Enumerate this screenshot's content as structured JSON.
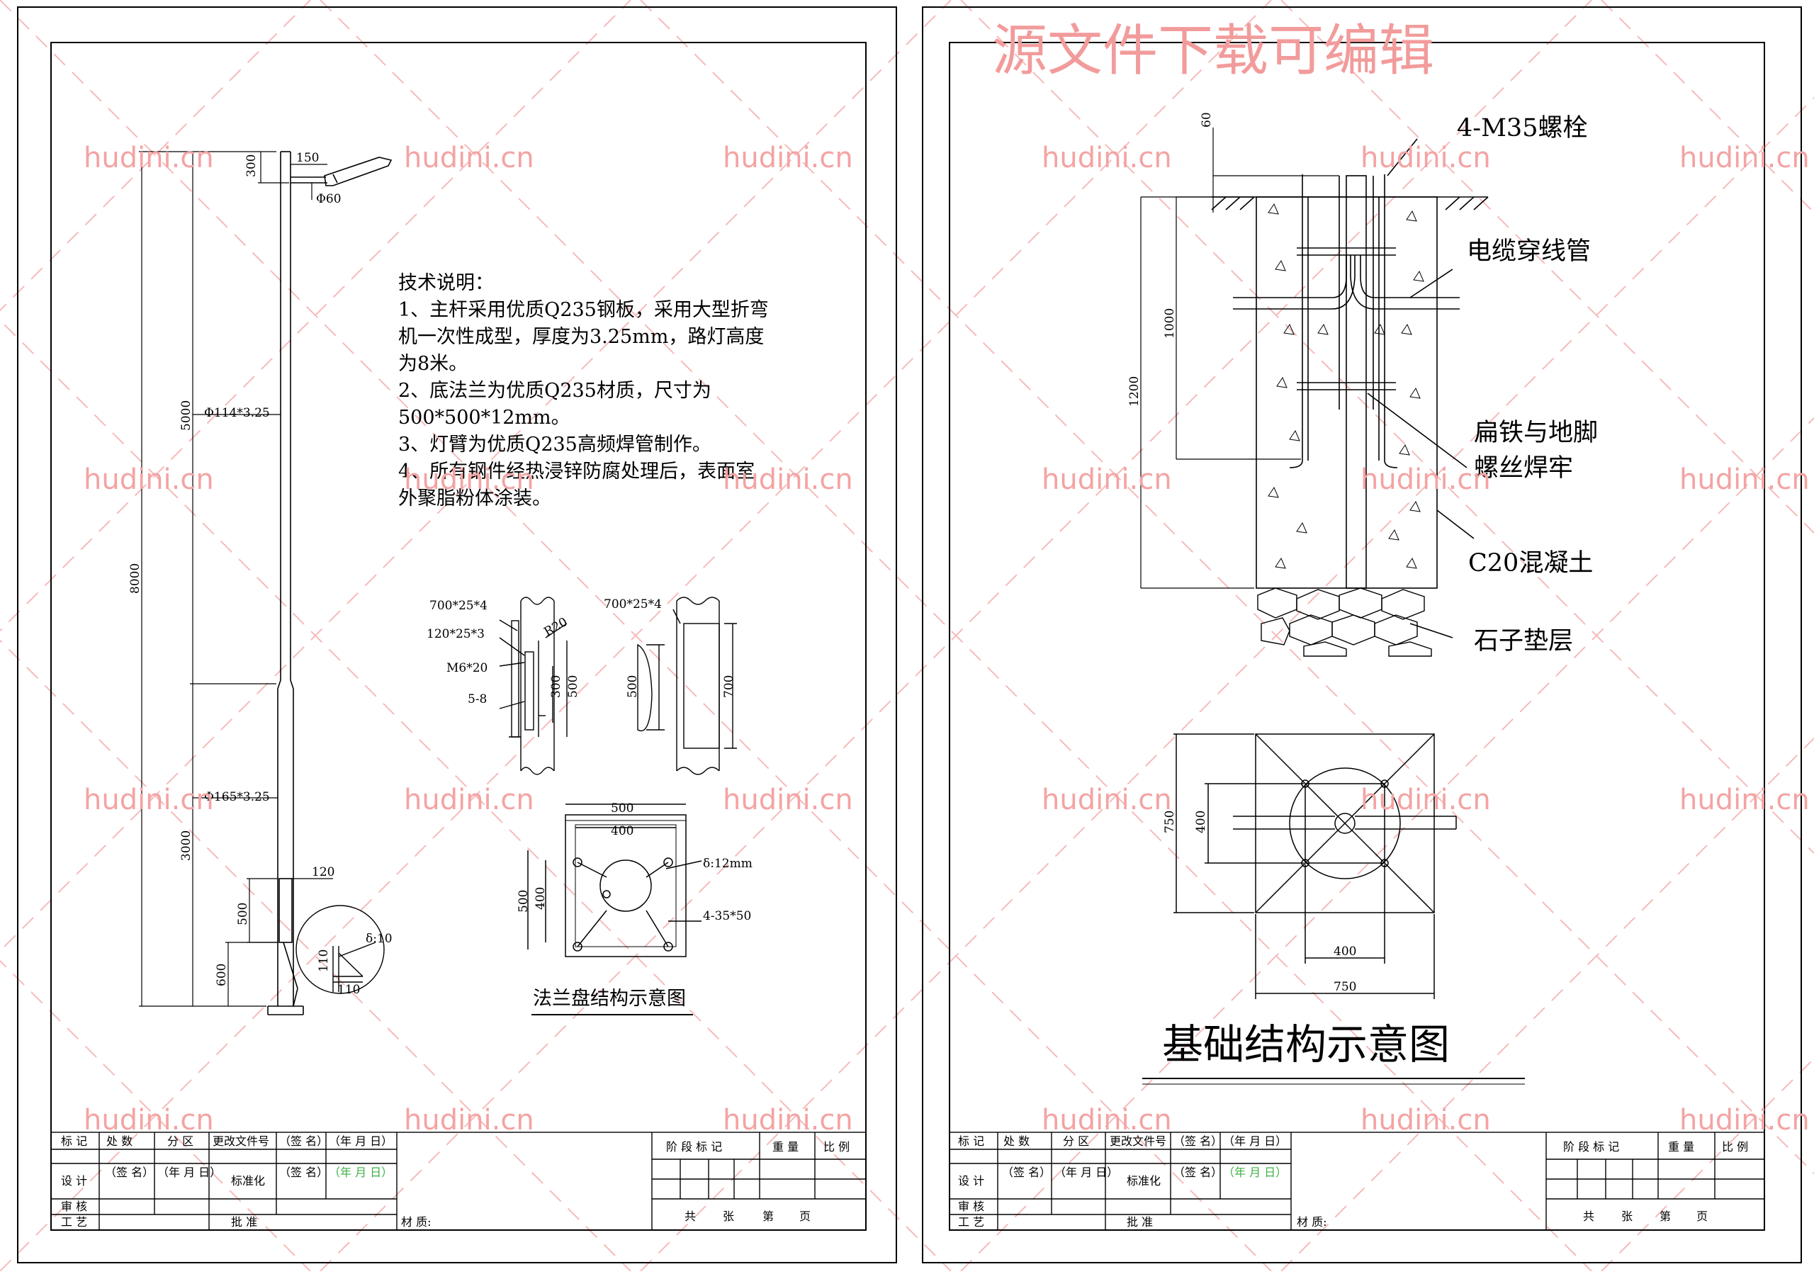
{
  "watermark": {
    "text": "hudini.cn",
    "title": "源文件下载可编辑"
  },
  "left_sheet": {
    "notes_title": "技术说明：",
    "notes": [
      "1、主杆采用优质Q235钢板，采用大型折弯",
      "机一次性成型，厚度为3.25mm，路灯高度",
      "为8米。",
      "2、底法兰为优质Q235材质，尺寸为",
      "500*500*12mm。",
      "3、灯臂为优质Q235高频焊管制作。",
      "4、所有钢件经热浸锌防腐处理后，表面室",
      "外聚脂粉体涂装。"
    ],
    "pole_dims": {
      "d300": "300",
      "d150": "150",
      "phi60": "Φ60",
      "d5000": "5000",
      "phi114": "Φ114*3.25",
      "d8000": "8000",
      "phi165": "Φ165*3.25",
      "d3000": "3000",
      "d120": "120",
      "d500": "500",
      "d600": "600",
      "delta10": "δ:10",
      "d110a": "110",
      "d110b": "110"
    },
    "detail_dims": {
      "plate1": "700*25*4",
      "plate2": "120*25*3",
      "r20": "R20",
      "m6": "M6*20",
      "r58": "5-8",
      "d300": "300",
      "d500": "500",
      "plate3": "700*25*4",
      "d500b": "500",
      "d700": "700"
    },
    "flange": {
      "title": "法兰盘结构示意图",
      "w500": "500",
      "w400": "400",
      "h500": "500",
      "h400": "400",
      "delta12": "δ:12mm",
      "holes": "4-35*50"
    },
    "title_block": {
      "biaoji": "标 记",
      "chushu": "处 数",
      "fenqu": "分 区",
      "gengai": "更改文件号",
      "qianming": "（签 名）",
      "nianyueri": "（年 月 日）",
      "sheji": "设 计",
      "qianming2": "（签 名）",
      "nianyueri2": "（年 月 日）",
      "biaozhunhua": "标准化",
      "qianming3": "（签 名）",
      "nianyueri3": "（年 月 日）",
      "shenhe": "审 核",
      "gongyi": "工 艺",
      "pizhun": "批 准",
      "cailiao": "材 质:",
      "jieduan": "阶 段 标 记",
      "zhongliang": "重 量",
      "bili": "比 例",
      "gong": "共",
      "zhang": "张",
      "di": "第",
      "ye": "页"
    }
  },
  "right_sheet": {
    "labels": {
      "bolts": "4-M35螺栓",
      "cable": "电缆穿线管",
      "flat_iron_1": "扁铁与地脚",
      "flat_iron_2": "螺丝焊牢",
      "concrete": "C20混凝土",
      "gravel": "石子垫层"
    },
    "dims": {
      "d60": "60",
      "d1000": "1000",
      "d1200": "1200",
      "d750v": "750",
      "d400v": "400",
      "d400h": "400",
      "d750h": "750"
    },
    "title": "基础结构示意图",
    "title_block": {
      "biaoji": "标 记",
      "chushu": "处 数",
      "fenqu": "分 区",
      "gengai": "更改文件号",
      "qianming": "（签 名）",
      "nianyueri": "（年 月 日）",
      "sheji": "设 计",
      "qianming2": "（签 名）",
      "nianyueri2": "（年 月 日）",
      "biaozhunhua": "标准化",
      "qianming3": "（签 名）",
      "nianyueri3": "（年 月 日）",
      "shenhe": "审 核",
      "gongyi": "工 艺",
      "pizhun": "批 准",
      "cailiao": "材 质:",
      "jieduan": "阶 段 标 记",
      "zhongliang": "重 量",
      "bili": "比 例",
      "gong": "共",
      "zhang": "张",
      "di": "第",
      "ye": "页"
    }
  },
  "colors": {
    "line": "#000000",
    "watermark": "#f4a3a3",
    "watermark_title": "#f29b9b",
    "highlight": "#3cb043"
  }
}
